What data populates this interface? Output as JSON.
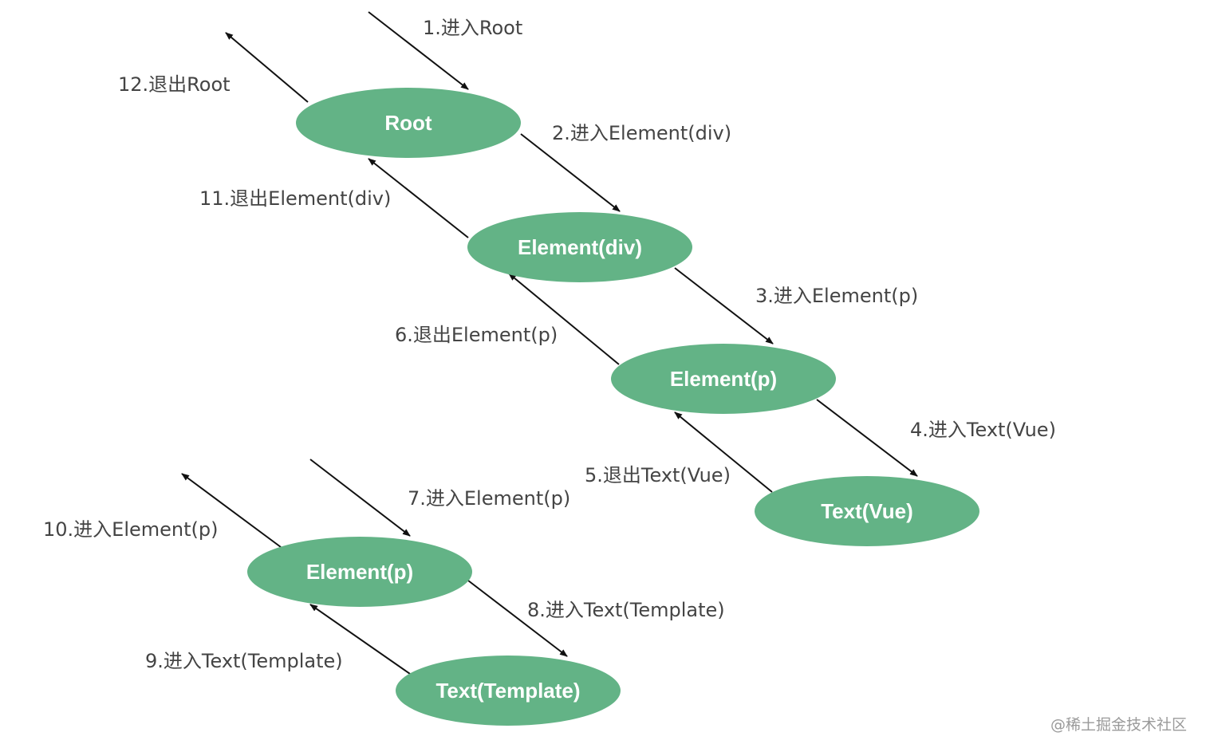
{
  "nodes": {
    "root": "Root",
    "element_div": "Element(div)",
    "element_p_1": "Element(p)",
    "text_vue": "Text(Vue)",
    "element_p_2": "Element(p)",
    "text_template": "Text(Template)"
  },
  "edges": {
    "e1": "1.进入Root",
    "e2": "2.进入Element(div)",
    "e3": "3.进入Element(p)",
    "e4": "4.进入Text(Vue)",
    "e5": "5.退出Text(Vue)",
    "e6": "6.退出Element(p)",
    "e7": "7.进入Element(p)",
    "e8": "8.进入Text(Template)",
    "e9": "9.进入Text(Template)",
    "e10": "10.进入Element(p)",
    "e11": "11.退出Element(div)",
    "e12": "12.退出Root"
  },
  "colors": {
    "node_fill": "#63b386",
    "node_text": "#ffffff",
    "arrow": "#111111",
    "label_text": "#444444"
  },
  "watermark": "@稀土掘金技术社区"
}
